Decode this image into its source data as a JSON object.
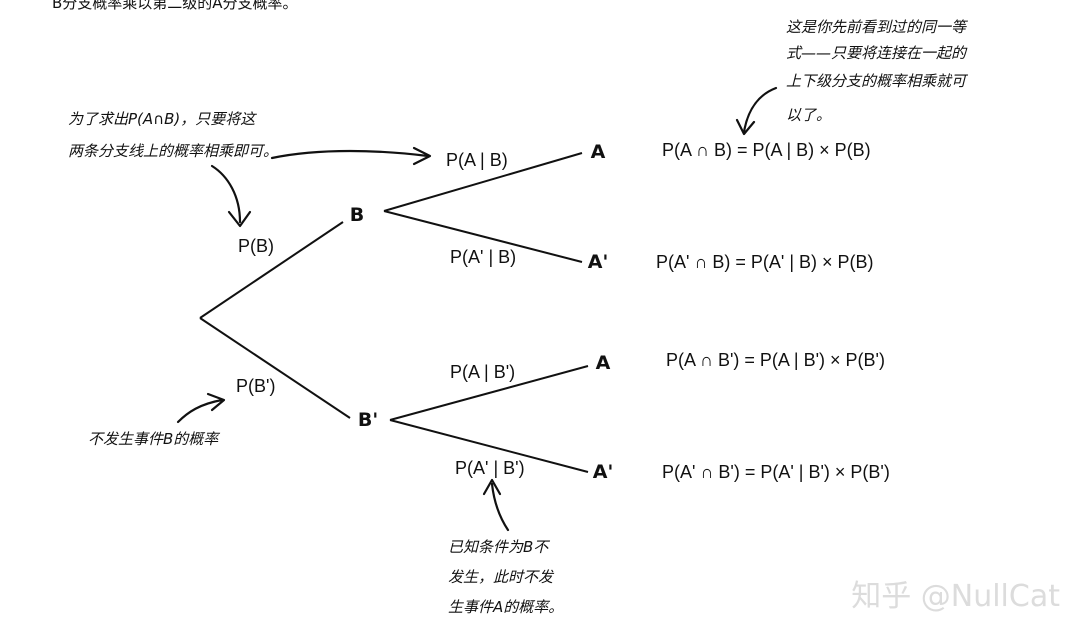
{
  "header_text": "B分支概率乘以第二级的A分支概率。",
  "tree": {
    "nodes": {
      "B": "B",
      "B_not": "B'",
      "A1": "A",
      "A2": "A'",
      "A3": "A",
      "A4": "A'"
    },
    "branch_labels": {
      "p_B": "P(B)",
      "p_B_not": "P(B')",
      "p_A_given_B": "P(A | B)",
      "p_Anot_given_B": "P(A' | B)",
      "p_A_given_Bnot": "P(A | B')",
      "p_Anot_given_Bnot": "P(A' | B')"
    }
  },
  "formulas": [
    "P(A ∩ B) = P(A | B) × P(B)",
    "P(A' ∩ B) = P(A' | B) × P(B)",
    "P(A ∩ B') = P(A | B') × P(B')",
    "P(A' ∩ B') = P(A' | B') × P(B')"
  ],
  "annotations": {
    "multiply_branches": [
      "为了求出P(A∩B)，只要将这",
      "两条分支线上的概率相乘即可。"
    ],
    "same_formula": [
      "这是你先前看到过的同一等",
      "式——只要将连接在一起的",
      "上下级分支的概率相乘就可",
      "以了。"
    ],
    "not_B": [
      "不发生事件B的概率"
    ],
    "given_not_B": [
      "已知条件为B不",
      "发生，此时不发",
      "生事件A的概率。"
    ]
  },
  "watermark": "知乎 @NullCat"
}
